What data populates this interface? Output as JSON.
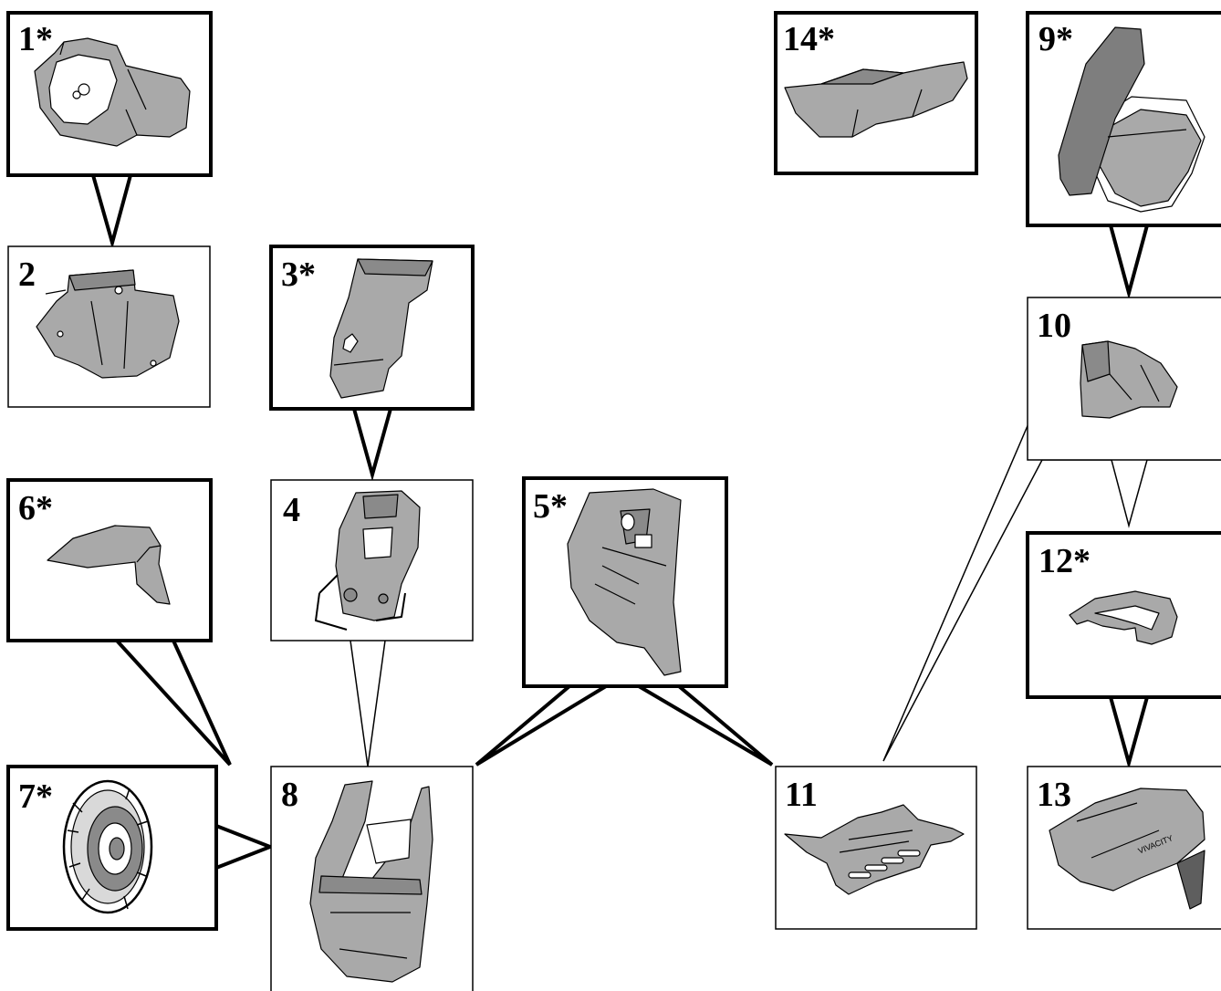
{
  "colors": {
    "part_fill": "#a9a9a9",
    "part_dark": "#8a8a8a",
    "outline": "#000000",
    "background": "#ffffff"
  },
  "panels": [
    {
      "id": "p1",
      "label": "1*",
      "part": "handlebar cover with headlight"
    },
    {
      "id": "p2",
      "label": "2",
      "part": "handlebar rear cover"
    },
    {
      "id": "p3",
      "label": "3*",
      "part": "front shield with badge"
    },
    {
      "id": "p4",
      "label": "4",
      "part": "inner front frame"
    },
    {
      "id": "p5",
      "label": "5*",
      "part": "leg shield"
    },
    {
      "id": "p6",
      "label": "6*",
      "part": "front mudguard"
    },
    {
      "id": "p7",
      "label": "7*",
      "part": "wheel"
    },
    {
      "id": "p8",
      "label": "8",
      "part": "front panel"
    },
    {
      "id": "p9",
      "label": "9*",
      "part": "seat with storage box"
    },
    {
      "id": "p10",
      "label": "10",
      "part": "rear light cover"
    },
    {
      "id": "p11",
      "label": "11",
      "part": "floor board"
    },
    {
      "id": "p12",
      "label": "12*",
      "part": "rear grab rail"
    },
    {
      "id": "p13",
      "label": "13",
      "part": "rear side body panel"
    },
    {
      "id": "p14",
      "label": "14*",
      "part": "lower rear cover"
    }
  ],
  "badge_text": "VIVACITY"
}
